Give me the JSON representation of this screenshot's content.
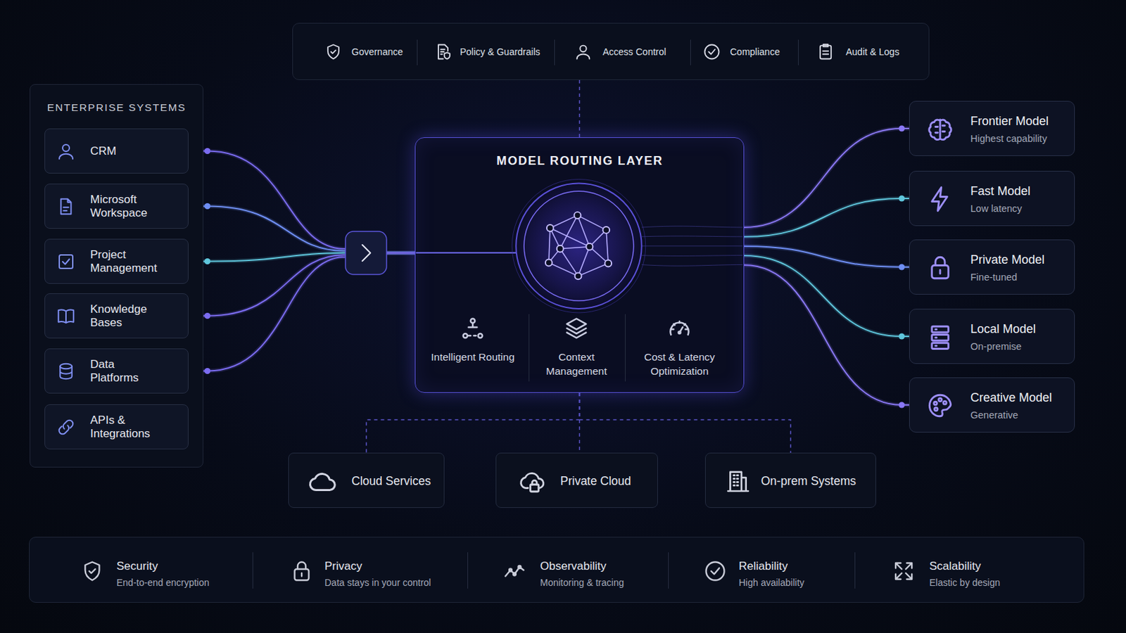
{
  "diagram": {
    "nodes": [
      {
        "text": [
          "Governance",
          "Policy & Guardrails",
          "Access Control",
          "Compliance",
          "Audit & Logs"
        ]
      },
      {
        "text": [
          "ENTERPRISE SYSTEMS"
        ]
      },
      {
        "text": [
          "CRM"
        ],
        "in": 1
      },
      {
        "text": [
          "Microsoft Workspace"
        ],
        "in": 1
      },
      {
        "text": [
          "Project Management"
        ],
        "in": 1
      },
      {
        "text": [
          "Knowledge Bases"
        ],
        "in": 1
      },
      {
        "text": [
          "Data Platforms"
        ],
        "in": 1
      },
      {
        "text": [
          "APIs & Integrations"
        ],
        "in": 1
      },
      {
        "text": [
          "MODEL ROUTING LAYER",
          "Intelligent Routing",
          "Context Management",
          "Cost & Latency Optimization"
        ]
      },
      {
        "text": [
          "Frontier Model",
          "Highest capability"
        ]
      },
      {
        "text": [
          "Fast Model",
          "Low latency"
        ]
      },
      {
        "text": [
          "Private Model",
          "Fine-tuned"
        ]
      },
      {
        "text": [
          "Local Model",
          "On-premise"
        ]
      },
      {
        "text": [
          "Creative Model",
          "Generative"
        ]
      },
      {
        "text": [
          "Cloud Services"
        ]
      },
      {
        "text": [
          "Private Cloud"
        ]
      },
      {
        "text": [
          "On-prem Systems"
        ]
      },
      {
        "text": [
          "Security",
          "End-to-end encryption",
          "Privacy",
          "Data stays in your control",
          "Observability",
          "Monitoring & tracing",
          "Reliability",
          "High availability",
          "Scalability",
          "Elastic by design"
        ]
      }
    ],
    "edges": [
      {
        "from": 0,
        "to": 8,
        "arrow": "none"
      },
      {
        "from": 2,
        "to": 8,
        "arrow": "none"
      },
      {
        "from": 3,
        "to": 8,
        "arrow": "none"
      },
      {
        "from": 4,
        "to": 8,
        "arrow": "none"
      },
      {
        "from": 5,
        "to": 8,
        "arrow": "none"
      },
      {
        "from": 6,
        "to": 8,
        "arrow": "none"
      },
      {
        "from": 8,
        "to": 9,
        "arrow": "none"
      },
      {
        "from": 8,
        "to": 10,
        "arrow": "none"
      },
      {
        "from": 8,
        "to": 11,
        "arrow": "none"
      },
      {
        "from": 8,
        "to": 12,
        "arrow": "none"
      },
      {
        "from": 8,
        "to": 13,
        "arrow": "none"
      },
      {
        "from": 8,
        "to": 14,
        "arrow": "none"
      },
      {
        "from": 8,
        "to": 15,
        "arrow": "none"
      },
      {
        "from": 8,
        "to": 16,
        "arrow": "none"
      }
    ]
  }
}
